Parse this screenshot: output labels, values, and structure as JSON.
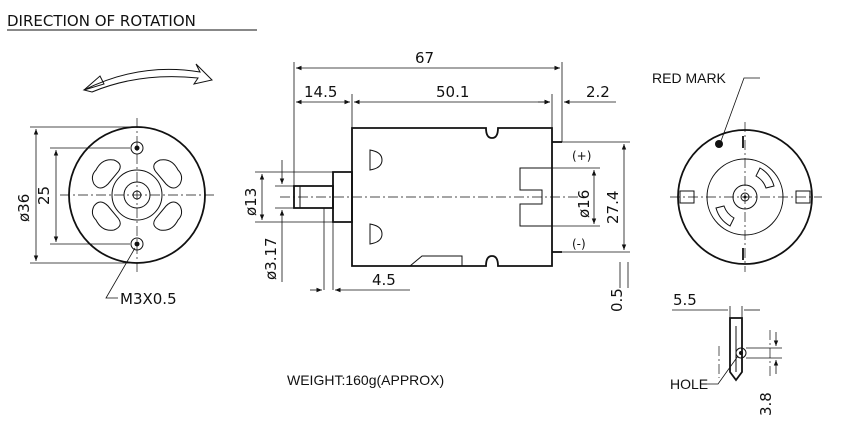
{
  "title": "DIRECTION OF ROTATION",
  "weight": "WEIGHT:160g(APPROX)",
  "front_view": {
    "dia_outer": "ø36",
    "dia_inner": "25",
    "screw": "M3X0.5"
  },
  "side_view": {
    "length_total": "67",
    "shaft_len": "14.5",
    "body_len": "50.1",
    "term_len": "2.2",
    "shaft_dia": "ø13",
    "shaft_small": "ø3.17",
    "bearing_len": "4.5",
    "boss_dia": "ø16",
    "body_height": "27.4",
    "term_thk": "0.5",
    "plus": "(+)",
    "minus": "(-)"
  },
  "rear_view": {
    "red_mark": "RED MARK"
  },
  "terminal_detail": {
    "width": "5.5",
    "hole": "HOLE",
    "hole_pos": "3.8"
  }
}
